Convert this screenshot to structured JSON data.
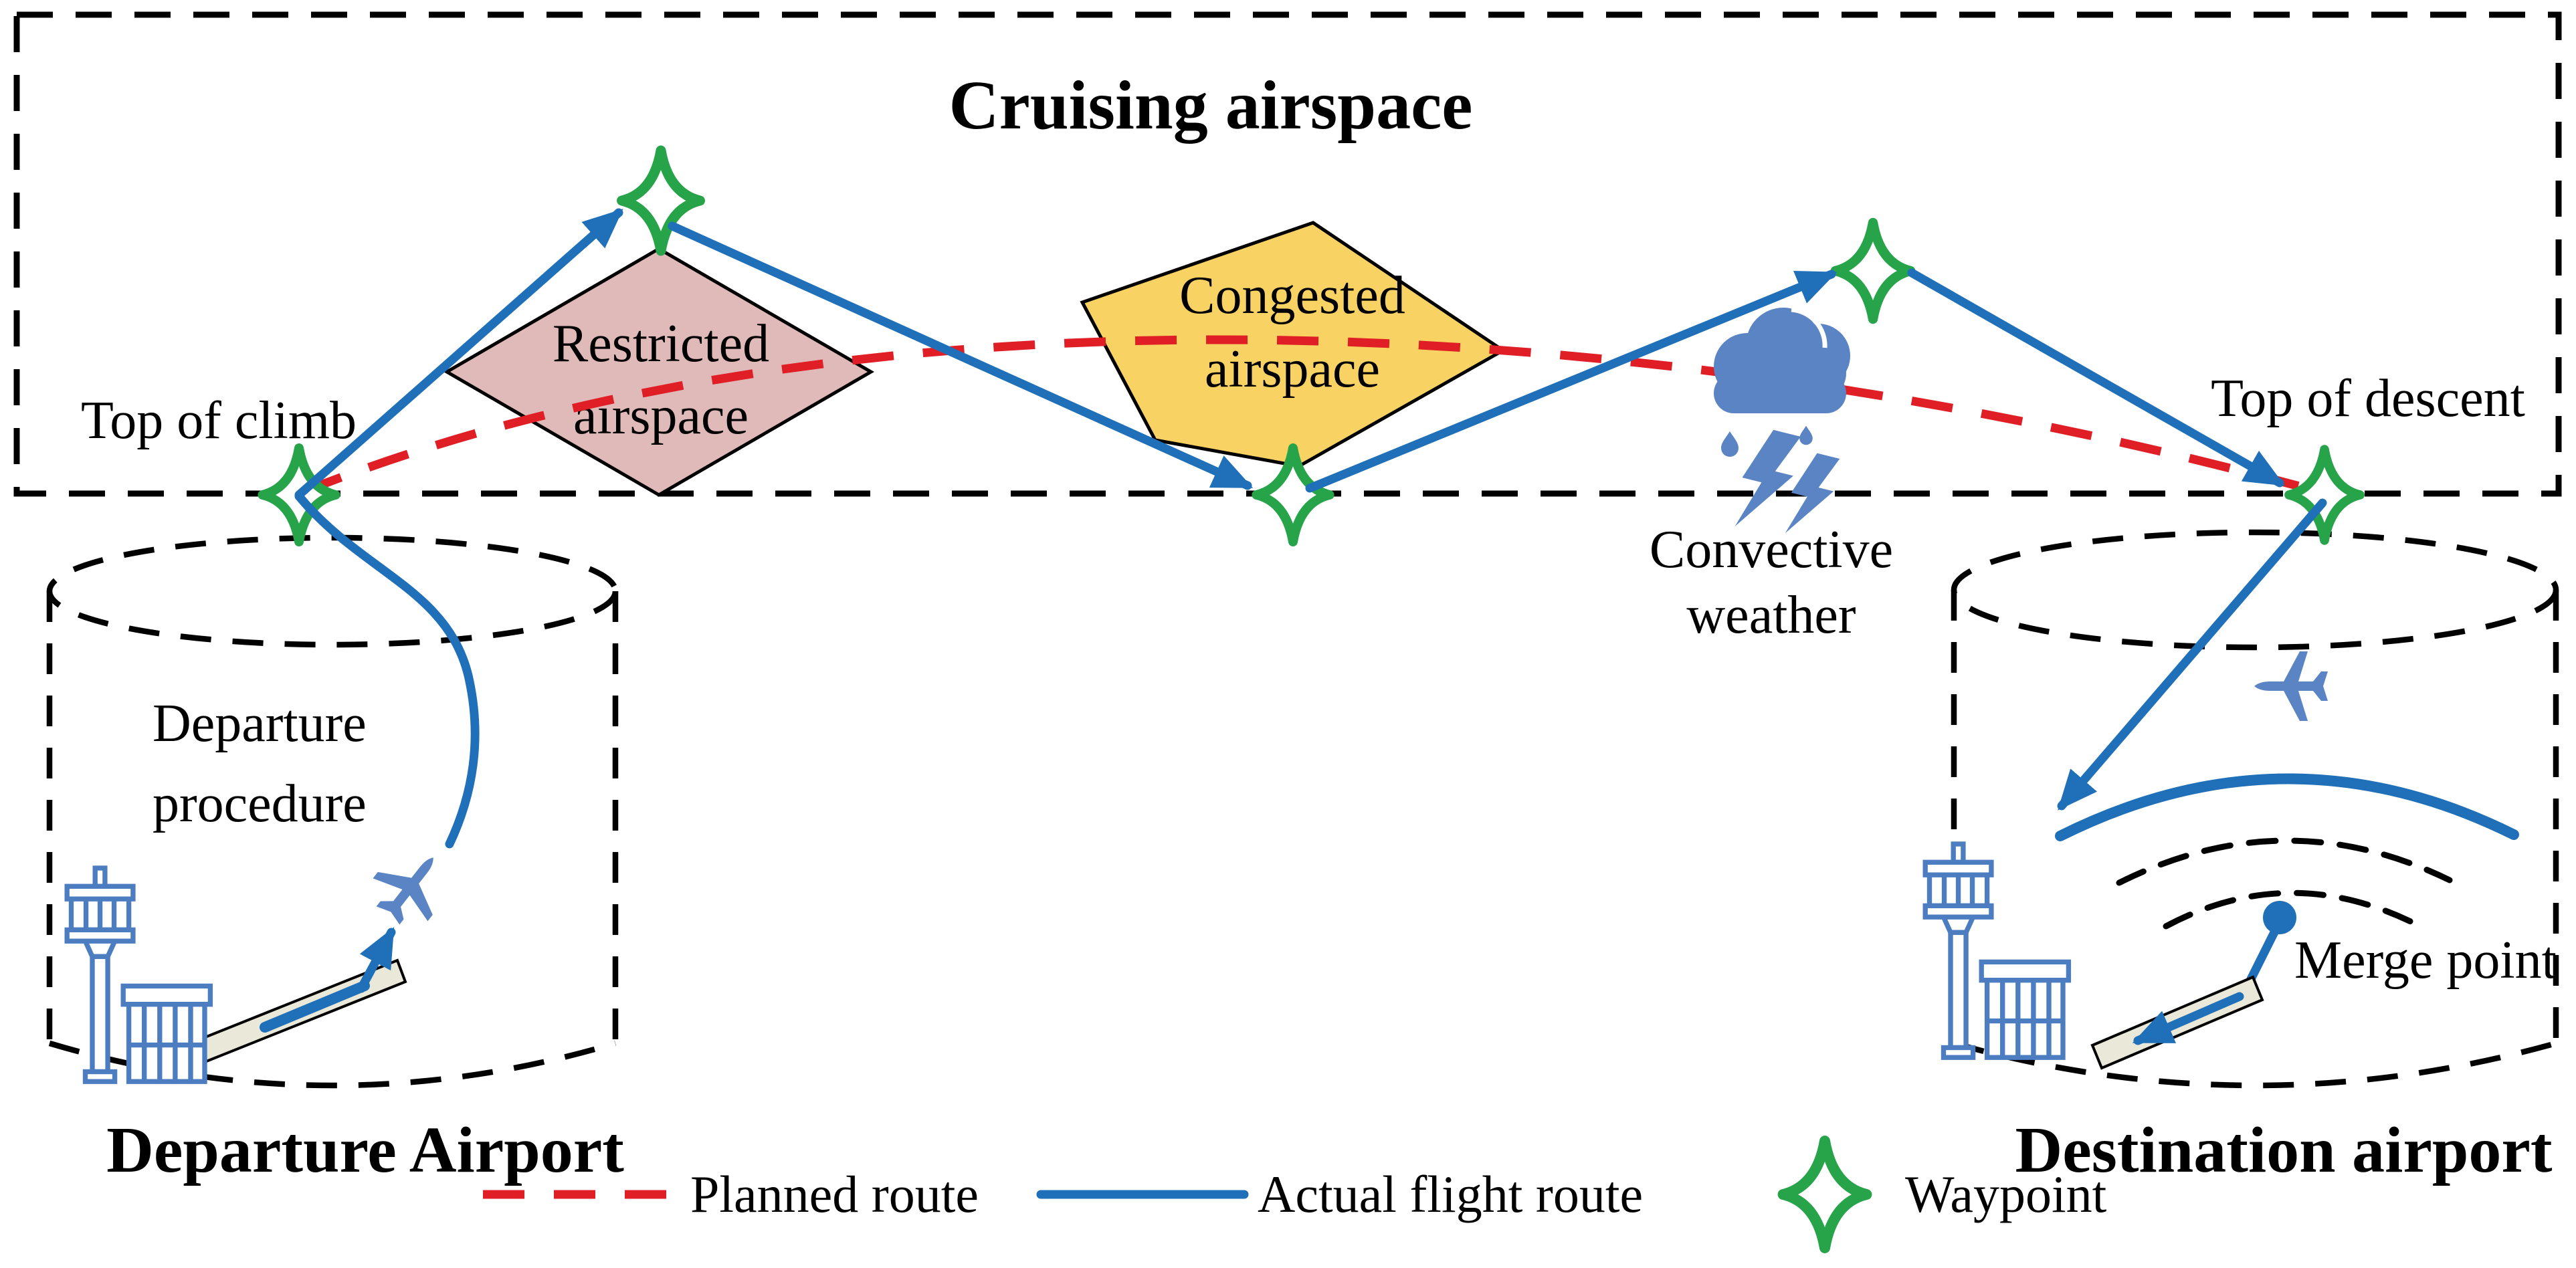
{
  "figure": {
    "title": "Cruising airspace",
    "zones": {
      "restricted": {
        "line1": "Restricted",
        "line2": "airspace"
      },
      "congested": {
        "line1": "Congested",
        "line2": "airspace"
      }
    },
    "weather": {
      "line1": "Convective",
      "line2": "weather"
    },
    "flight_labels": {
      "top_of_climb": "Top of climb",
      "top_of_descent": "Top of descent",
      "merge_point": "Merge point",
      "departure_procedure_line1": "Departure",
      "departure_procedure_line2": "procedure"
    },
    "airports": {
      "departure": "Departure Airport",
      "destination": "Destination airport"
    },
    "legend": {
      "planned_route": "Planned route",
      "actual_flight_route": "Actual flight route",
      "waypoint": "Waypoint"
    },
    "colors": {
      "planned_route_red": "#E01E25",
      "actual_route_blue": "#1F70B8",
      "waypoint_green": "#27A34A",
      "restricted_fill": "#E0B9B9",
      "congested_fill": "#F8D262",
      "icon_blue": "#5B84C4",
      "tower_blue": "#4C7DC0",
      "runway_fill": "#EAE8D8",
      "outline_black": "#000000"
    },
    "icons": [
      "waypoint-star-icon",
      "convective-weather-icon",
      "airplane-icon",
      "control-tower-icon",
      "runway-icon",
      "merge-point-icon"
    ]
  }
}
